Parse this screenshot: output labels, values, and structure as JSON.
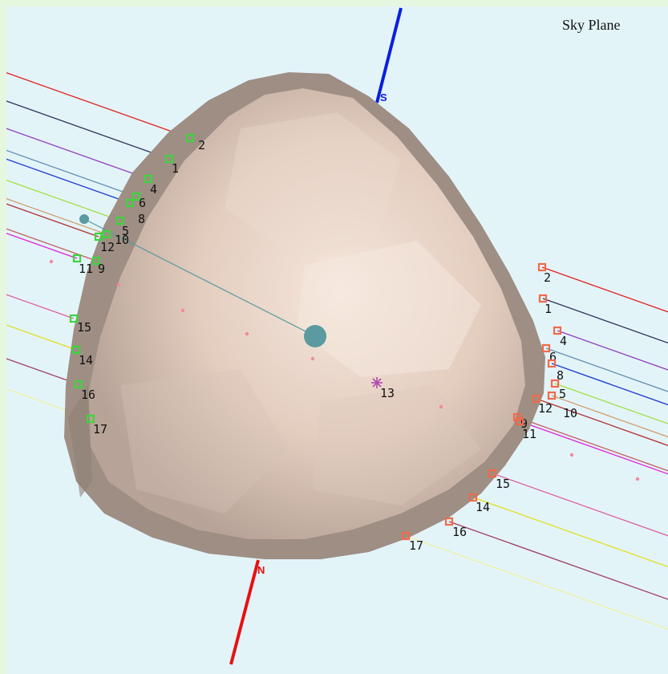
{
  "title": "Sky Plane",
  "axis_labels": {
    "south": "S",
    "north": "N"
  },
  "colors": {
    "south_axis": "#0a1fe0",
    "north_axis": "#e81010",
    "observer_marker": "#5a9aa0",
    "entry_marker": "#3ed43e",
    "exit_marker": "#f06a4a",
    "star_marker": "#b04ab0"
  },
  "chords": [
    {
      "id": "2",
      "color": "#e02020"
    },
    {
      "id": "1",
      "color": "#30305a"
    },
    {
      "id": "4",
      "color": "#9040c0"
    },
    {
      "id": "6",
      "color": "#6090b0"
    },
    {
      "id": "8",
      "color": "#1a3ad0"
    },
    {
      "id": "5",
      "color": "#a0e040"
    },
    {
      "id": "12",
      "color": "#b03030"
    },
    {
      "id": "10",
      "color": "#d0a070"
    },
    {
      "id": "9",
      "color": "#c06060"
    },
    {
      "id": "11",
      "color": "#e020e0"
    },
    {
      "id": "15",
      "color": "#e060a0"
    },
    {
      "id": "14",
      "color": "#e0e020"
    },
    {
      "id": "16",
      "color": "#a04060"
    },
    {
      "id": "17",
      "color": "#f0f0a0"
    }
  ],
  "star_label": "13"
}
